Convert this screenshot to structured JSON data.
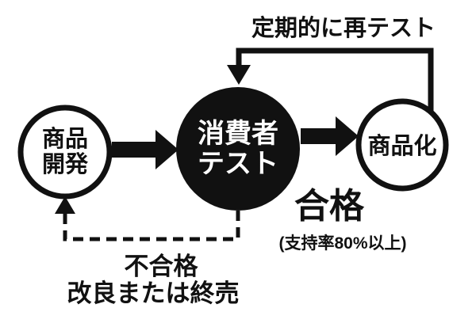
{
  "diagram": {
    "retest_label": "定期的に再テスト",
    "nodes": {
      "development": {
        "line1": "商品",
        "line2": "開発"
      },
      "consumer_test": {
        "line1": "消費者",
        "line2": "テスト"
      },
      "commercialization": {
        "label": "商品化"
      }
    },
    "pass": {
      "label": "合格",
      "note": "(支持率80%以上)"
    },
    "fail": {
      "label": "不合格",
      "action": "改良または終売"
    }
  },
  "colors": {
    "ink": "#111111",
    "background": "#ffffff"
  }
}
